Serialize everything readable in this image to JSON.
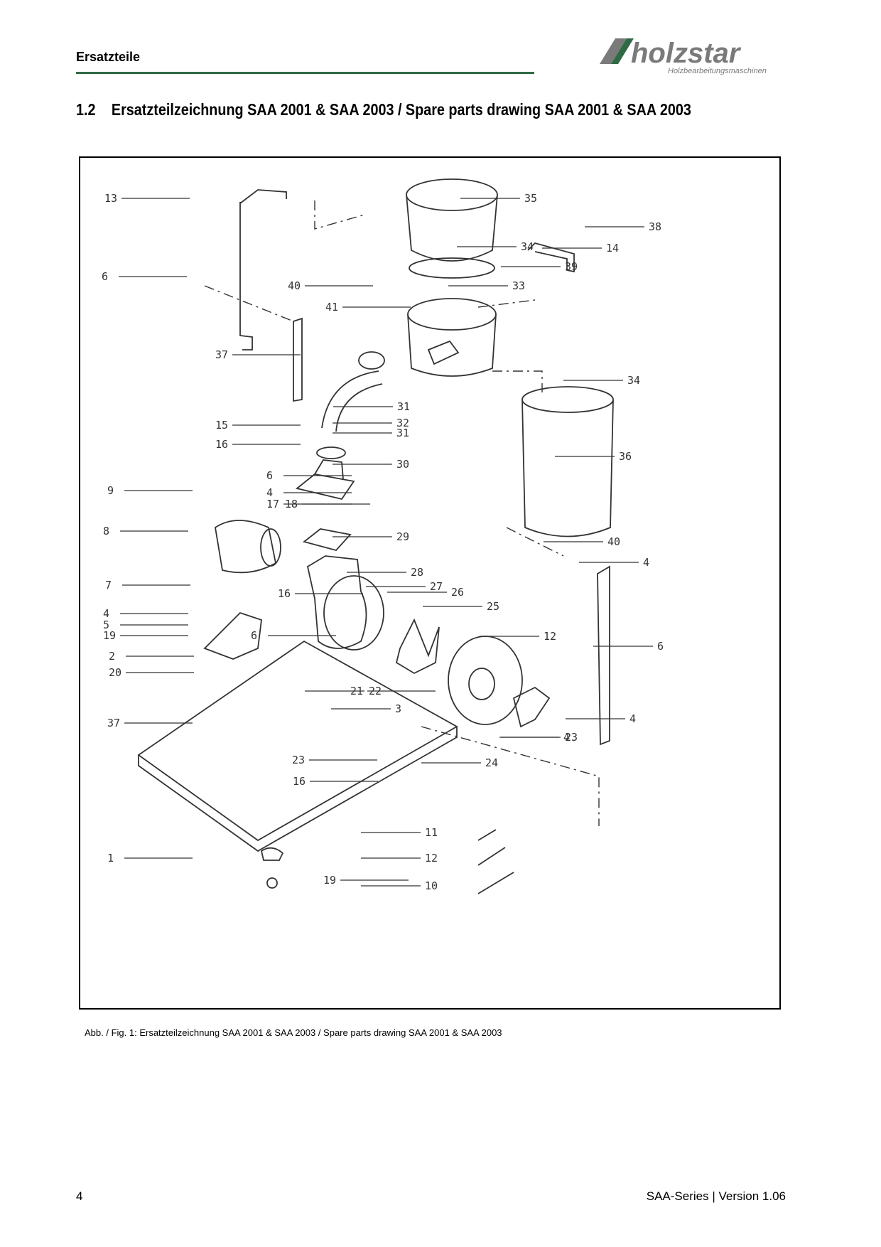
{
  "header": {
    "section_label": "Ersatzteile",
    "logo_text": "holzstar",
    "logo_sub": "Holzbearbeitungsmaschinen",
    "colors": {
      "rule": "#2e6b45",
      "logo_green": "#2e6b45",
      "logo_gray": "#7a7a7a"
    }
  },
  "heading": {
    "number": "1.2",
    "title": "Ersatzteilzeichnung SAA 2001 & SAA 2003 / Spare parts drawing SAA 2001 & SAA 2003"
  },
  "figure": {
    "caption": "Abb. / Fig. 1: Ersatzteilzeichnung SAA 2001 & SAA 2003 / Spare parts drawing SAA 2001 & SAA 2003",
    "labels": [
      "13",
      "35",
      "38",
      "34",
      "14",
      "6",
      "39",
      "33",
      "40",
      "41",
      "37",
      "34",
      "31",
      "32",
      "31",
      "15",
      "16",
      "30",
      "36",
      "6",
      "9",
      "4",
      "17",
      "18",
      "8",
      "29",
      "40",
      "7",
      "28",
      "27",
      "26",
      "25",
      "4",
      "16",
      "6",
      "4",
      "5",
      "19",
      "6",
      "12",
      "4",
      "2",
      "20",
      "21",
      "22",
      "3",
      "37",
      "4",
      "23",
      "23",
      "24",
      "16",
      "11",
      "12",
      "1",
      "10",
      "19"
    ]
  },
  "footer": {
    "page_number": "4",
    "version": "SAA-Series | Version 1.06"
  }
}
